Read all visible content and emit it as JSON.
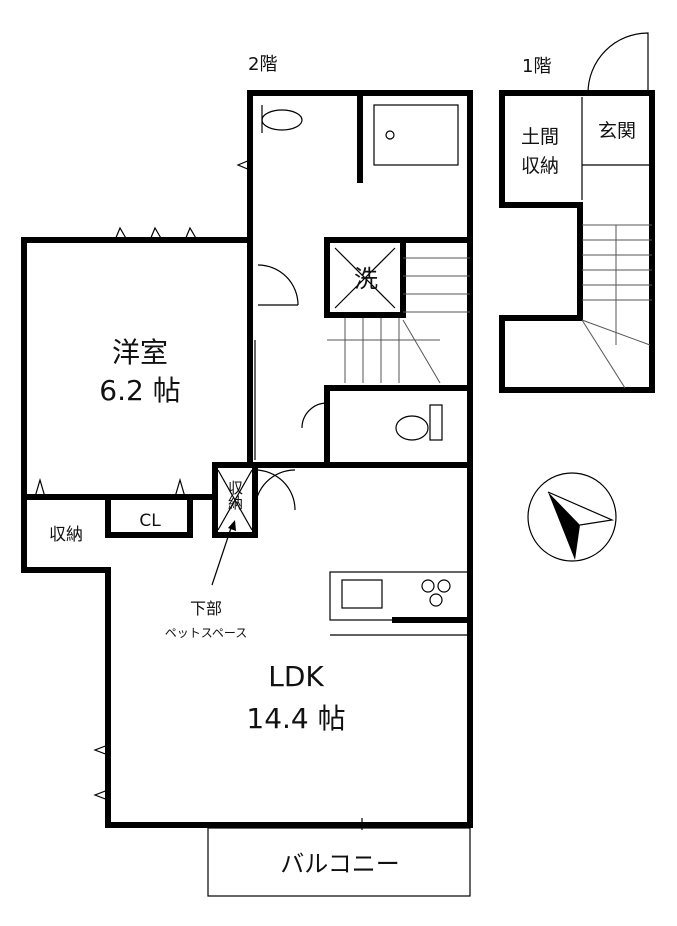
{
  "floor2": {
    "label": "2階",
    "western_room": {
      "name": "洋室",
      "size": "6.2 帖"
    },
    "laundry": "洗",
    "storage_left": "収納",
    "closet": "CL",
    "storage_tall": "収納",
    "pet_space": {
      "line1": "下部",
      "line2": "ペットスペース"
    },
    "ldk": {
      "name": "LDK",
      "size": "14.4 帖"
    },
    "balcony": "バルコニー"
  },
  "floor1": {
    "label": "1階",
    "earth_storage": {
      "line1": "土間",
      "line2": "収納"
    },
    "entrance": "玄関"
  },
  "compass": {
    "icon": "north-arrow-icon"
  }
}
